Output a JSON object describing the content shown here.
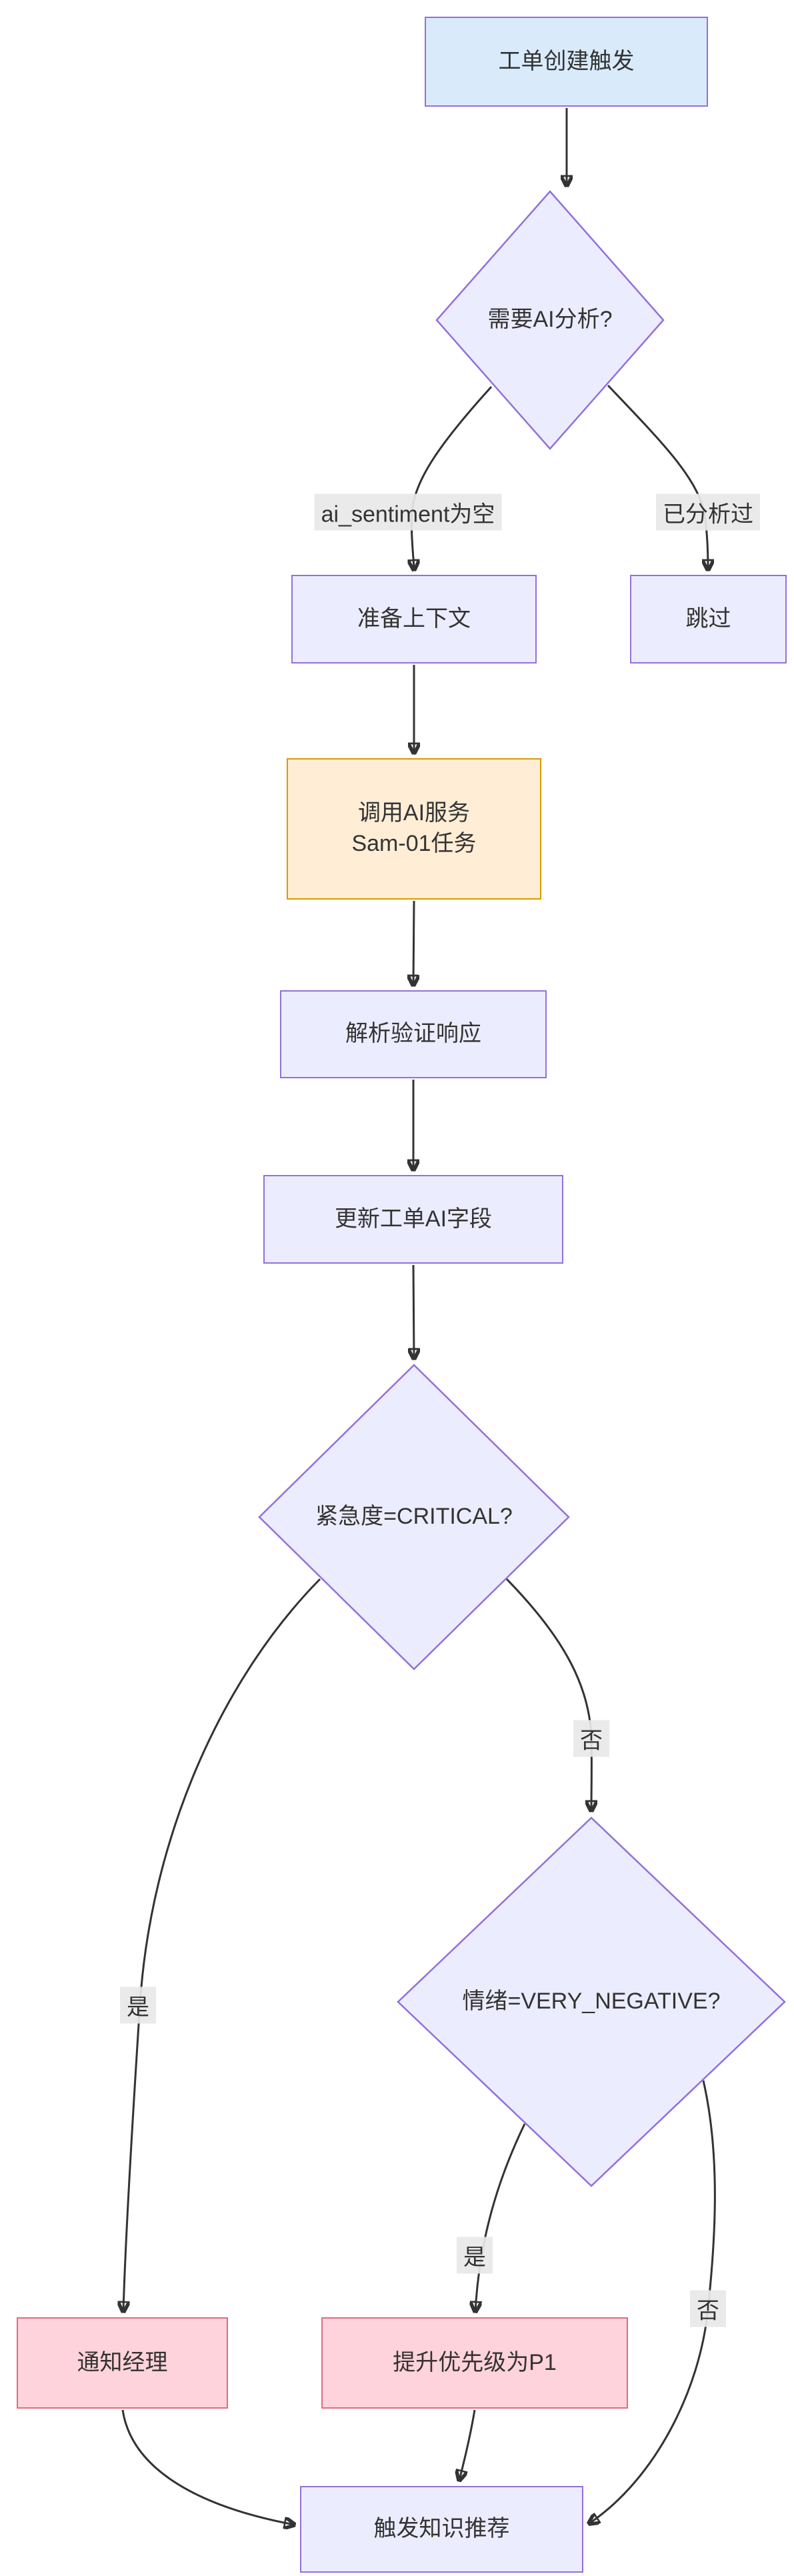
{
  "diagram": {
    "nodes": {
      "trigger": {
        "label": "工单创建触发"
      },
      "need_ai": {
        "label": "需要AI分析?"
      },
      "prepare_context": {
        "label": "准备上下文"
      },
      "skip": {
        "label": "跳过"
      },
      "call_ai": {
        "lines": [
          "调用AI服务",
          "Sam-01任务"
        ]
      },
      "parse_response": {
        "label": "解析验证响应"
      },
      "update_fields": {
        "label": "更新工单AI字段"
      },
      "urgency_check": {
        "label": "紧急度=CRITICAL?"
      },
      "sentiment_check": {
        "label": "情绪=VERY_NEGATIVE?"
      },
      "notify_manager": {
        "label": "通知经理"
      },
      "escalate_priority": {
        "label": "提升优先级为P1"
      },
      "trigger_kb": {
        "label": "触发知识推荐"
      }
    },
    "edge_labels": {
      "sentiment_empty": "ai_sentiment为空",
      "already_analyzed": "已分析过",
      "critical_no": "否",
      "critical_yes": "是",
      "sentiment_yes": "是",
      "sentiment_no": "否"
    },
    "colors": {
      "default_fill": "#ECECFF",
      "default_border": "#9370DB",
      "trigger_fill": "#D9EAFB",
      "ai_service_fill": "#FFEDD5",
      "ai_service_border": "#D79B00",
      "alert_fill": "#FFD3DB",
      "alert_border": "#E06C80",
      "edge_color": "#333333",
      "edge_label_bg": "#E8E8E8",
      "text_color": "#333333"
    }
  }
}
